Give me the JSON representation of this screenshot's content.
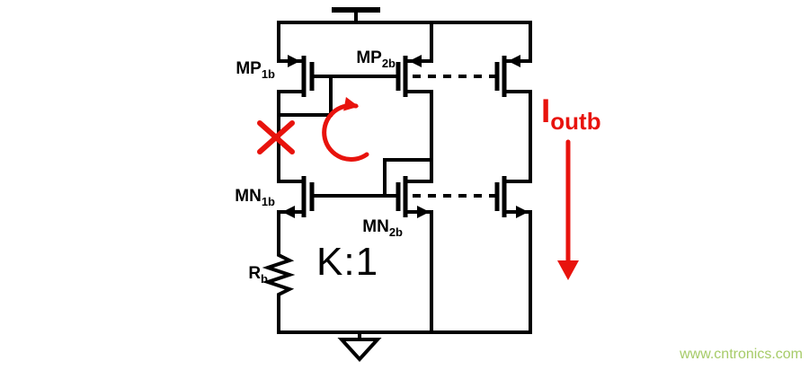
{
  "colors": {
    "ink": "#000000",
    "annotation_red": "#e8130d",
    "watermark_green": "#a6cb68",
    "background": "#ffffff"
  },
  "devices": {
    "mp1b": {
      "name": "MP",
      "sub": "1b"
    },
    "mp2b": {
      "name": "MP",
      "sub": "2b"
    },
    "mn1b": {
      "name": "MN",
      "sub": "1b"
    },
    "mn2b": {
      "name": "MN",
      "sub": "2b"
    },
    "rb": {
      "name": "R",
      "sub": "b"
    }
  },
  "annotations": {
    "mirror_ratio": "K:1",
    "output_current": {
      "name": "I",
      "sub": "outb"
    }
  },
  "watermark": "www.cntronics.com"
}
